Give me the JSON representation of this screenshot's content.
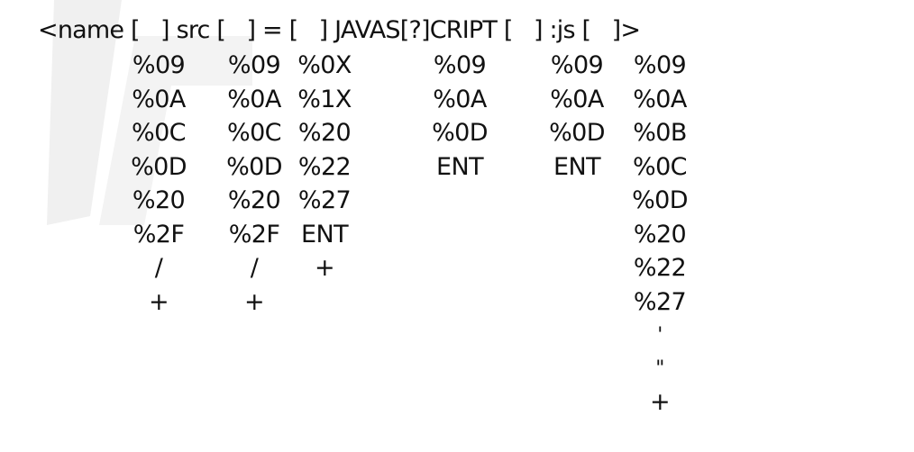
{
  "header": "<name [   ] src [   ] = [   ] JAVAS[?]CRIPT [   ] :js [   ]>",
  "columns": [
    [
      "%09",
      "%0A",
      "%0C",
      "%0D",
      "%20",
      "%2F",
      "/",
      "+"
    ],
    [
      "%09",
      "%0A",
      "%0C",
      "%0D",
      "%20",
      "%2F",
      "/",
      "+"
    ],
    [
      "%0X",
      "%1X",
      "%20",
      "%22",
      "%27",
      "ENT",
      "+"
    ],
    [
      "%09",
      "%0A",
      "%0D",
      "ENT"
    ],
    [
      "%09",
      "%0A",
      "%0D",
      "ENT"
    ],
    [
      "%09",
      "%0A",
      "%0B",
      "%0C",
      "%0D",
      "%20",
      "%22",
      "%27",
      "'",
      "\"",
      "+"
    ]
  ]
}
